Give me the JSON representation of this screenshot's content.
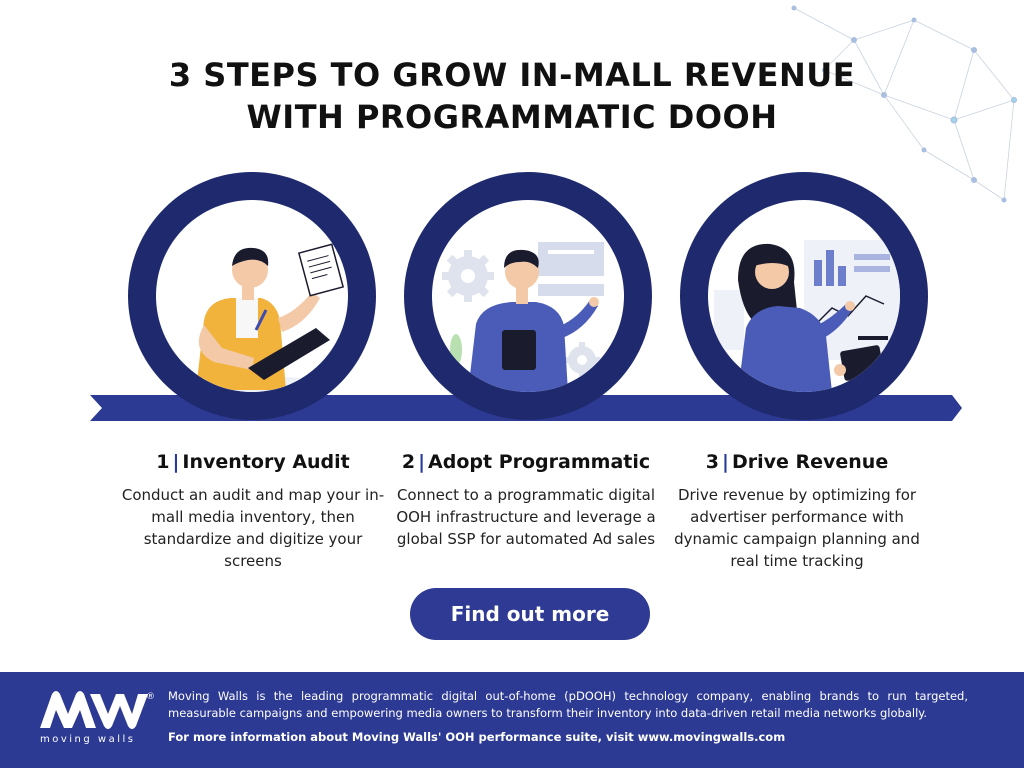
{
  "title": {
    "line1": "3 STEPS TO GROW IN-MALL REVENUE",
    "line2": "WITH PROGRAMMATIC DOOH"
  },
  "steps": [
    {
      "number": "1",
      "separator": "|",
      "heading": "Inventory Audit",
      "description": "Conduct an audit and map your in-mall media inventory, then standardize and digitize your screens"
    },
    {
      "number": "2",
      "separator": "|",
      "heading": "Adopt Programmatic",
      "description": "Connect to a programmatic digital OOH infrastructure and leverage a global SSP for automated Ad sales"
    },
    {
      "number": "3",
      "separator": "|",
      "heading": "Drive Revenue",
      "description": "Drive revenue by optimizing for advertiser performance with dynamic campaign planning and real time tracking"
    }
  ],
  "cta": {
    "label": "Find out more"
  },
  "footer": {
    "logo_wordmark": "moving walls",
    "logo_registered": "®",
    "about": "Moving Walls is the leading programmatic digital out-of-home (pDOOH) technology company, enabling brands to run targeted, measurable campaigns and empowering media owners to transform their inventory into data-driven retail media networks globally.",
    "more_info": "For more information about Moving Walls' OOH performance suite, visit www.movingwalls.com"
  },
  "colors": {
    "navy": "#1f2a6e",
    "brand_blue": "#2d3a93",
    "accent_blue": "#2a3a9c",
    "illustration_blue": "#4a5cb8",
    "illustration_yellow": "#f2b33d"
  },
  "icons": [
    "network-decoration",
    "gear-icon",
    "chart-icon",
    "tablet-icon",
    "document-icon"
  ]
}
